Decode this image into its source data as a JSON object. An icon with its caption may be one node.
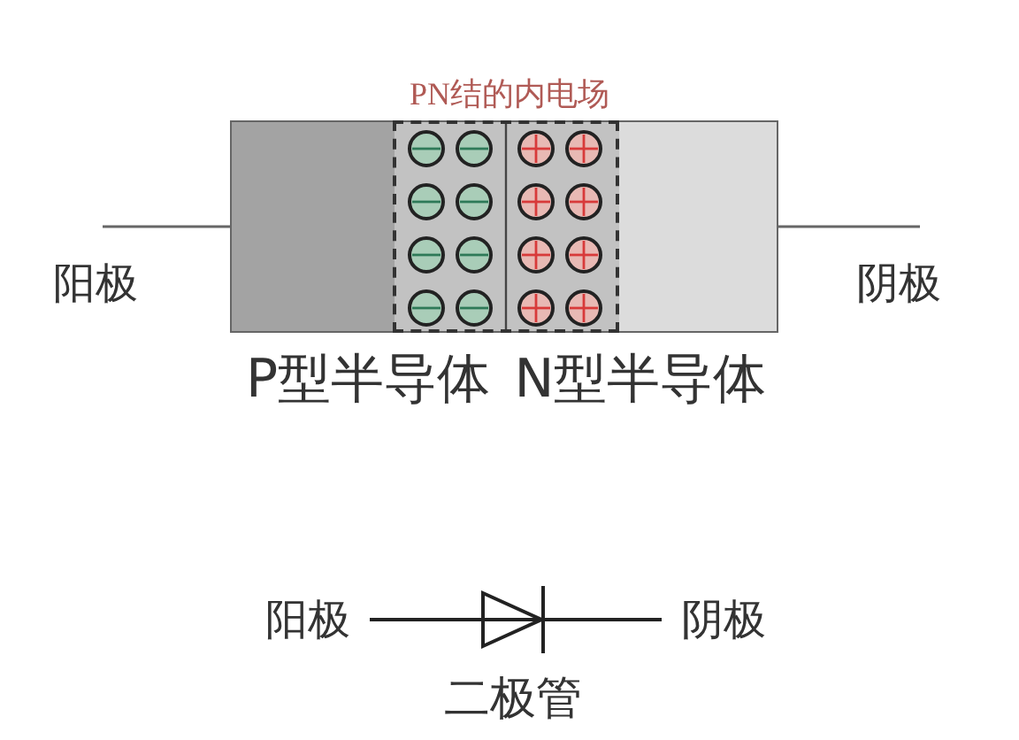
{
  "diagram": {
    "nodes": [
      {
        "text": [
          "P型半导体"
        ]
      },
      {
        "text": [
          "N型半导体"
        ]
      },
      {
        "text": [
          "PN结的内电场"
        ]
      },
      {
        "text": [
          "阳极"
        ]
      },
      {
        "text": [],
        "shape": "diode",
        "beside": [
          "二极管"
        ]
      },
      {
        "text": [
          "阴极"
        ]
      }
    ],
    "edges": [
      {
        "from": 3,
        "to": 4,
        "arrow": "none"
      },
      {
        "from": 4,
        "to": 5,
        "arrow": "none"
      }
    ],
    "labels": [
      "阳极",
      "阴极"
    ]
  }
}
